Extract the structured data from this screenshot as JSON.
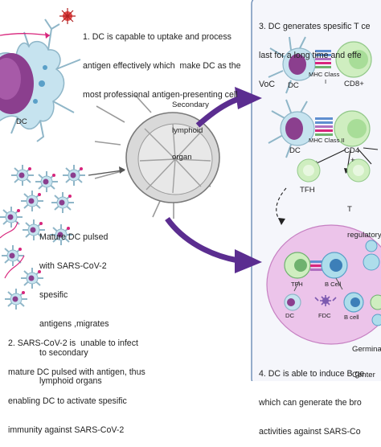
{
  "step1": {
    "lines": [
      "1. DC is capable to uptake and process",
      "antigen effectively which  make DC as the",
      "most professional antigen-presenting cell"
    ]
  },
  "dc_main_label": "DC",
  "organ_label": {
    "lines": [
      "Secondary",
      "lymphoid",
      "organ"
    ]
  },
  "mature_dc": {
    "lines": [
      "Mature DC pulsed",
      "with SARS-CoV-2",
      "spesific",
      "antigens ,migrates",
      "to secondary",
      "lymphoid organs"
    ]
  },
  "step2": {
    "lines": [
      "2. SARS-CoV-2 is  unable to infect",
      "mature DC pulsed with antigen, thus",
      "enabling DC to activate spesific",
      "immunity against SARS-CoV-2"
    ]
  },
  "step3": {
    "lines": [
      "3. DC generates spesific T ce",
      "last for a long time and effe",
      "VoC"
    ]
  },
  "panel_top": {
    "dc": "DC",
    "mhc": "MHC Class",
    "mhc_num": "I",
    "cd8": "CD8+"
  },
  "panel_mid": {
    "dc": "DC",
    "mhc": "MHC Class II",
    "cd4": "CD4",
    "plus": "+"
  },
  "tcells": {
    "tfh": "TFH",
    "treg": [
      "T",
      "regulatory"
    ]
  },
  "germinal": {
    "tfh": "TFH",
    "bcell_top": "B Cell",
    "dc": "DC",
    "fdc": "FDC",
    "bcell_bottom": "B cell",
    "center": [
      "Germina",
      "Center"
    ]
  },
  "step4": {
    "lines": [
      "4. DC is able to induce B ge",
      "which can generate the bro",
      "activities against SARS-Co"
    ]
  },
  "colors": {
    "arrow": "#5b2d90",
    "dc_body": "#c6e3ef",
    "dc_nucleus": "#8b3f8e",
    "panel_border": "#6a8bb5",
    "germinal_fill": "#ecc4ea",
    "tcell_fill": "#cfeec0",
    "bcell_fill": "#aeddeb",
    "magenta_line": "#d8257c"
  }
}
